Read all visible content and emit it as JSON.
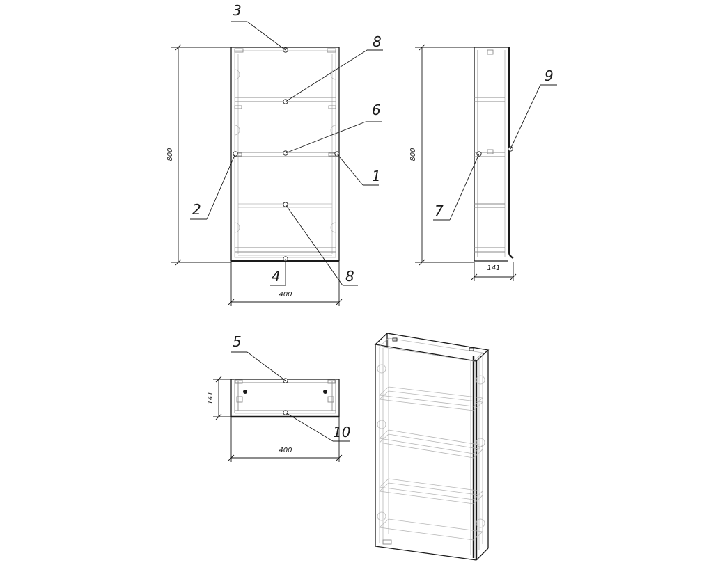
{
  "callouts": {
    "c1": "1",
    "c2": "2",
    "c3": "3",
    "c4": "4",
    "c5": "5",
    "c6": "6",
    "c7": "7",
    "c8a": "8",
    "c8b": "8",
    "c9": "9",
    "c10": "10"
  },
  "dimensions": {
    "front_height": "800",
    "front_width": "400",
    "side_height": "800",
    "side_depth": "141",
    "top_depth": "141",
    "top_width": "400"
  }
}
